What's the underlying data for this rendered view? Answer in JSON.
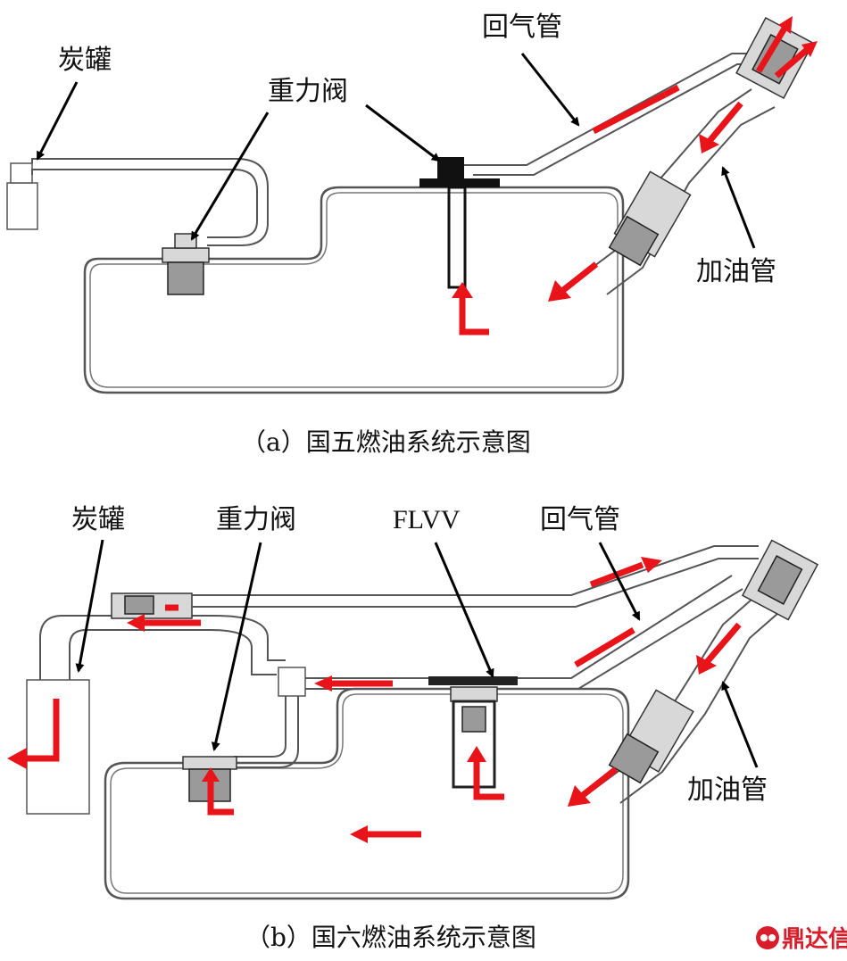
{
  "diagram_a": {
    "labels": {
      "canister": "炭罐",
      "gravity_valve": "重力阀",
      "vent_pipe": "回气管",
      "filler_pipe": "加油管"
    },
    "caption": "（a）国五燃油系统示意图"
  },
  "diagram_b": {
    "labels": {
      "canister": "炭罐",
      "gravity_valve": "重力阀",
      "flvv": "FLVV",
      "vent_pipe": "回气管",
      "filler_pipe": "加油管"
    },
    "caption": "（b）国六燃油系统示意图"
  },
  "watermark": "鼎达信",
  "colors": {
    "flow_arrow": "#e8141a",
    "pointer": "#000000",
    "pipe": "#555555"
  }
}
